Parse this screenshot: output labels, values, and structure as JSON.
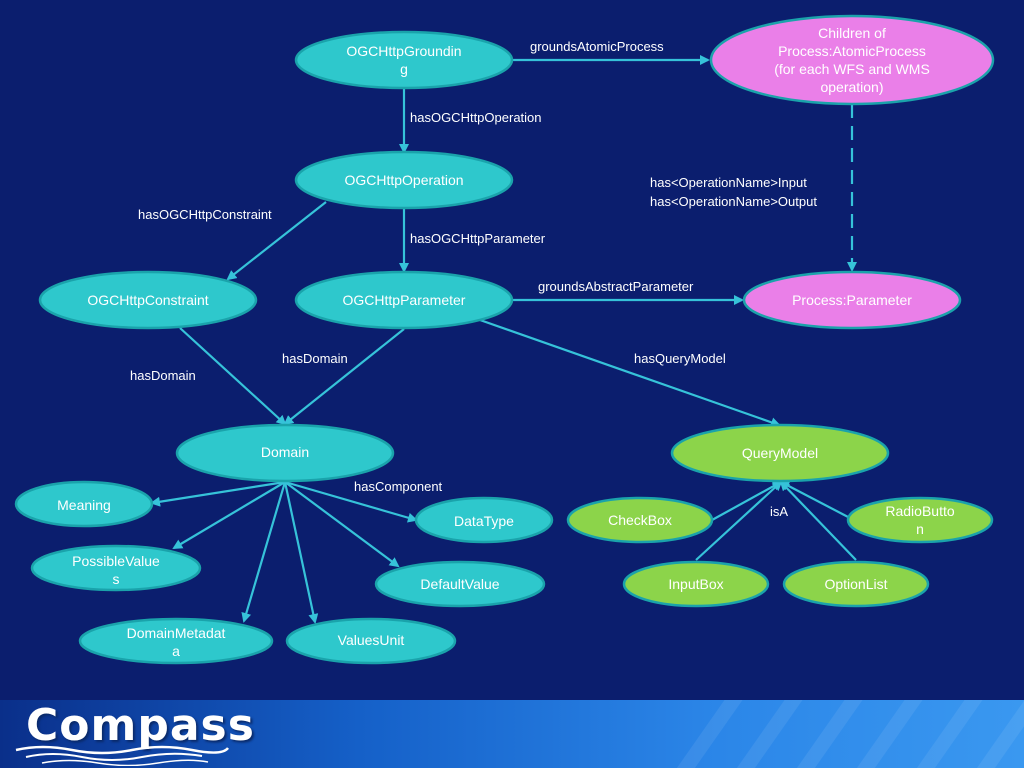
{
  "diagram": {
    "nodes": {
      "grounding": "OGCHttpGroundin\ng",
      "children": "Children of\nProcess:AtomicProcess\n(for each WFS and WMS\noperation)",
      "operation": "OGCHttpOperation",
      "constraint": "OGCHttpConstraint",
      "parameter": "OGCHttpParameter",
      "process_parameter": "Process:Parameter",
      "domain": "Domain",
      "query_model": "QueryModel",
      "meaning": "Meaning",
      "possible_values": "PossibleValue\ns",
      "domain_metadata": "DomainMetadat\na",
      "values_unit": "ValuesUnit",
      "default_value": "DefaultValue",
      "data_type": "DataType",
      "check_box": "CheckBox",
      "radio_button": "RadioButto\nn",
      "input_box": "InputBox",
      "option_list": "OptionList"
    },
    "edges": {
      "grounds_atomic_process": "groundsAtomicProcess",
      "has_ogc_http_operation": "hasOGCHttpOperation",
      "has_input": "has<OperationName>Input",
      "has_output": "has<OperationName>Output",
      "has_ogc_http_constraint": "hasOGCHttpConstraint",
      "has_ogc_http_parameter": "hasOGCHttpParameter",
      "grounds_abstract_parameter": "groundsAbstractParameter",
      "has_domain_left": "hasDomain",
      "has_domain_right": "hasDomain",
      "has_query_model": "hasQueryModel",
      "has_component": "hasComponent",
      "is_a": "isA"
    },
    "colors": {
      "background": "#0b1e6e",
      "teal": "#2ec8cc",
      "pink": "#ea7fe8",
      "green": "#8cd44a",
      "edge": "#36c3d9"
    }
  },
  "footer": {
    "logo_text": "Compass"
  }
}
